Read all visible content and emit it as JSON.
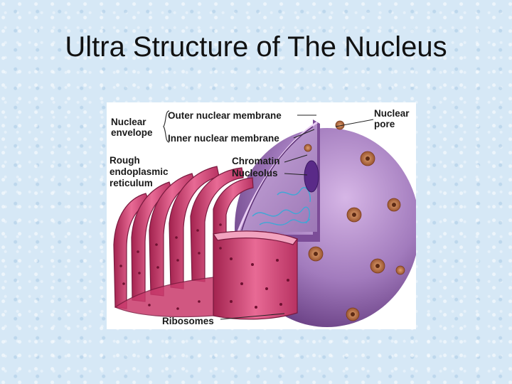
{
  "slide": {
    "title": "Ultra Structure of The Nucleus"
  },
  "figure": {
    "labels": {
      "nuclear_envelope_1": "Nuclear",
      "nuclear_envelope_2": "envelope",
      "outer_membrane": "Outer nuclear membrane",
      "inner_membrane": "Inner nuclear membrane",
      "nuclear_pore_1": "Nuclear",
      "nuclear_pore_2": "pore",
      "rough_er_1": "Rough",
      "rough_er_2": "endoplasmic",
      "rough_er_3": "reticulum",
      "chromatin": "Chromatin",
      "nucleolus": "Nucleolus",
      "ribosomes": "Ribosomes"
    },
    "colors": {
      "nucleus": "#a880c0",
      "nucleus_dark": "#6a3f86",
      "er": "#d84a7c",
      "er_dark": "#8e1c46",
      "pore": "#c47a4c",
      "chromatin": "#3fa7d6",
      "nucleolus": "#5a2a88"
    }
  }
}
